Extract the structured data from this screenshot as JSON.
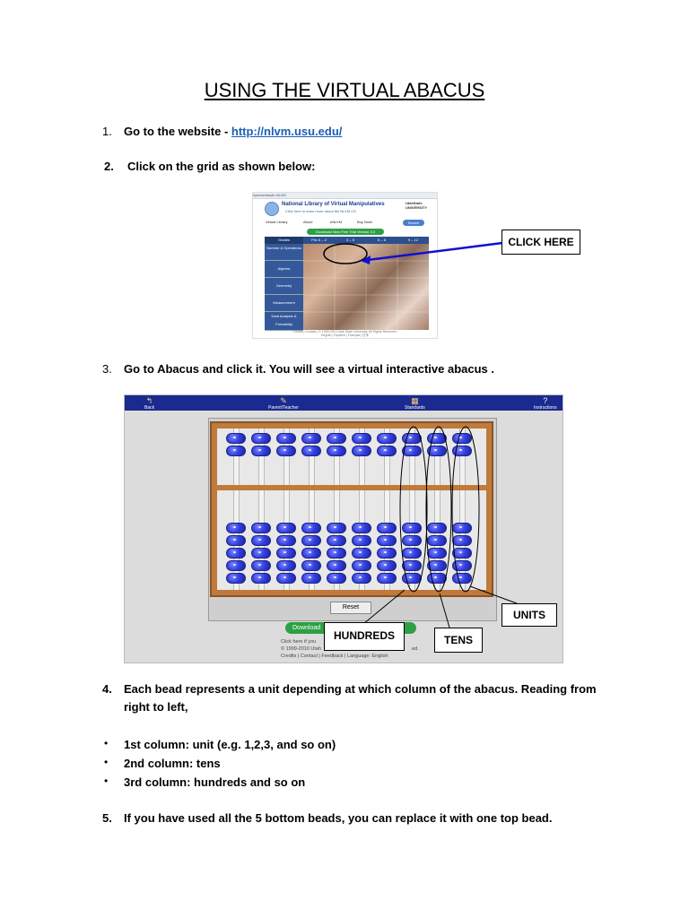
{
  "title": "USING THE VIRTUAL ABACUS",
  "steps": {
    "s1": {
      "num": "1.",
      "text": "Go to the website - ",
      "link": "http://nlvm.usu.edu/"
    },
    "s2": {
      "num": "2.",
      "text": "Click on the grid as shown below:"
    },
    "s3": {
      "num": "3.",
      "text": "Go to Abacus and click it. You will see a virtual interactive abacus ."
    },
    "s4": {
      "num": "4.",
      "line1": "Each bead represents a unit depending at which column of the abacus. Reading from",
      "line2": "right to left,"
    },
    "s5": {
      "num": "5.",
      "text": "If you have used all the 5 bottom beads, you can replace it with one top bead."
    }
  },
  "bullets": [
    "1st column: unit (e.g. 1,2,3, and so on)",
    "2nd column: tens",
    "3rd column: hundreds and so on"
  ],
  "callouts": {
    "click_here": "CLICK HERE",
    "units": "UNITS",
    "hundreds": "HUNDREDS",
    "tens": "TENS"
  },
  "shot1": {
    "top_strip": "Apresentação NLVM",
    "title": "National Library of Virtual Manipulatives",
    "subtitle": "Click here to learn more about the NLVM CD",
    "badge": "UtahState UNIVERSITY",
    "nav": [
      "Virtual Library",
      "About",
      "eNLVM",
      "Buy Now!"
    ],
    "search": "Search",
    "download": "Download New Free Trial Version 3.0",
    "grades": [
      "Pre-K – 2",
      "3 – 5",
      "6 – 8",
      "9 – 12"
    ],
    "grid_corner": "Grades",
    "topics": [
      "Number & Operations",
      "Algebra",
      "Geometry",
      "Measurement",
      "Data Analysis & Probability"
    ],
    "footer1": "Credits | Contact | © 1999-2010 Utah State University. All Rights Reserved.",
    "footer2": "English | Español | Français | 日本"
  },
  "shot2": {
    "toolbar": [
      "Back",
      "Parent/Teacher",
      "Standards",
      "Instructions"
    ],
    "reset": "Reset",
    "download": "Download",
    "copy_line1": "Click here if you",
    "copy_line2": "© 1999-2010 Utah",
    "copy_line3": "Credits | Contact | Feedback | Language: English",
    "copy_suffix": "ed."
  },
  "colors": {
    "link": "#1a5fb4",
    "bead": "#3341e0",
    "wood": "#c07a3c",
    "toolbar": "#1b2a8f",
    "arrow": "#1010d0"
  }
}
